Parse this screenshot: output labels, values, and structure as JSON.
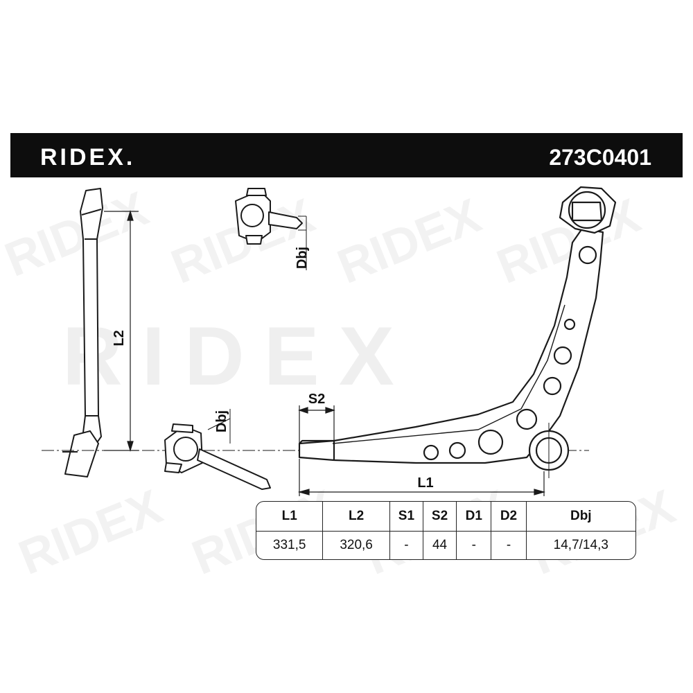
{
  "header": {
    "brand": "RIDEX.",
    "part_number": "273C0401"
  },
  "watermark": {
    "text": "RIDEX"
  },
  "dimension_labels": {
    "l1": "L1",
    "l2": "L2",
    "s2": "S2",
    "dbj_top": "Dbj",
    "dbj_bottom": "Dbj"
  },
  "spec_table": {
    "headers": [
      "L1",
      "L2",
      "S1",
      "S2",
      "D1",
      "D2",
      "Dbj"
    ],
    "values": [
      "331,5",
      "320,6",
      "-",
      "44",
      "-",
      "-",
      "14,7/14,3"
    ]
  },
  "colors": {
    "header_bg": "#0d0d0d",
    "header_text": "#ffffff",
    "line": "#1a1a1a",
    "watermark": "#ececec"
  }
}
